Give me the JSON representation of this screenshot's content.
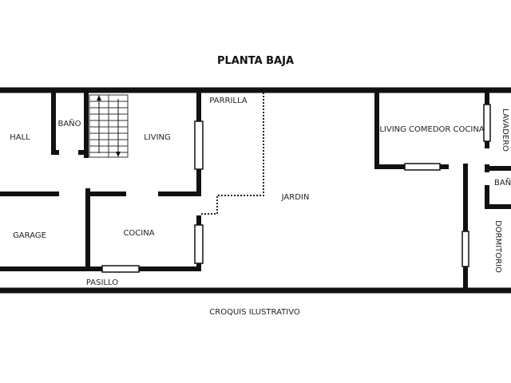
{
  "title": "PLANTA BAJA",
  "footer": "CROQUIS ILUSTRATIVO",
  "rooms": {
    "hall": "HALL",
    "bano_1": "BAÑO",
    "living": "LIVING",
    "parrilla": "PARRILLA",
    "garage": "GARAGE",
    "cocina": "COCINA",
    "pasillo": "PASILLO",
    "jardin": "JARDIN",
    "living_comedor_cocina": "LIVING COMEDOR COCINA",
    "lavadero": "LAVADERO",
    "bano_2": "BAÑ",
    "dormitorio": "DORMITORIO"
  },
  "colors": {
    "wall": "#111111",
    "background": "#ffffff"
  }
}
